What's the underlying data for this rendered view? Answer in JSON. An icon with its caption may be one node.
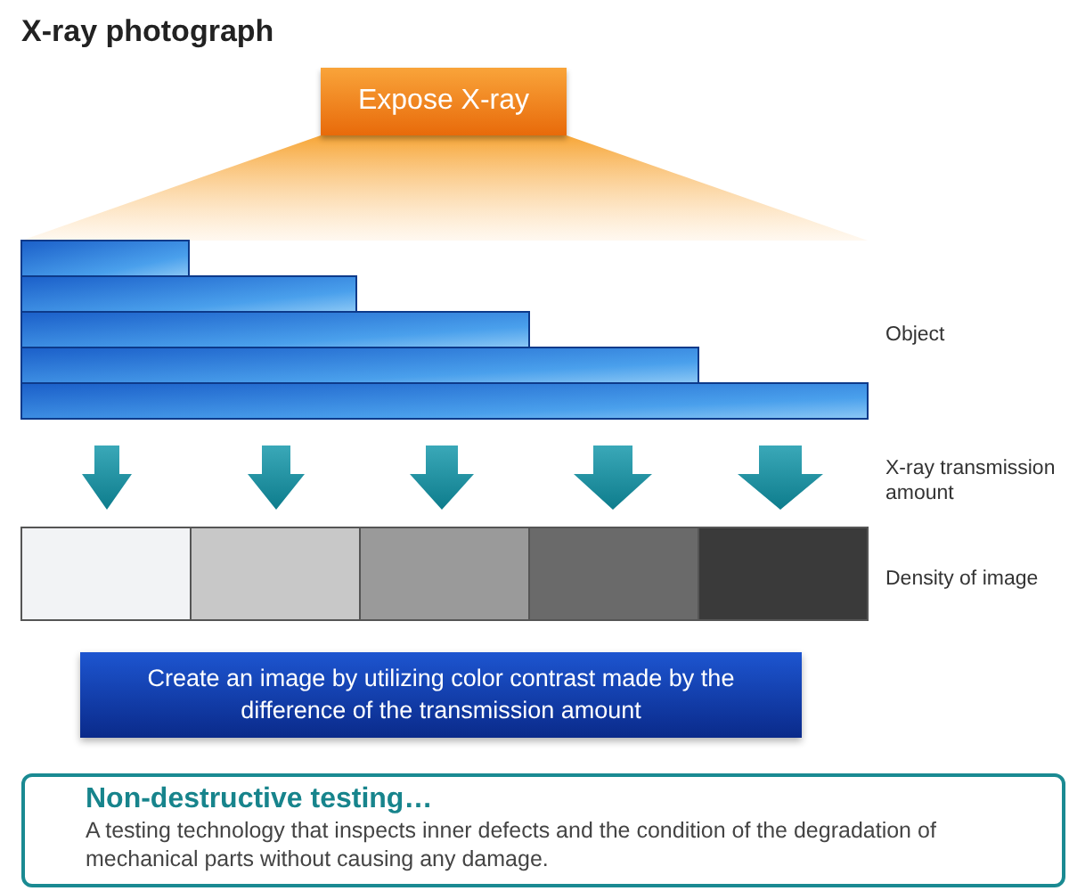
{
  "diagram": {
    "title": "X-ray photograph",
    "nodes": [
      {
        "text": [
          "Expose X-ray"
        ]
      },
      {
        "text": [
          "Create an image by utilizing color contrast made by the difference of the transmission amount"
        ]
      },
      {
        "text": [
          "Non-destructive testing…",
          "A testing technology that inspects inner defects and the condition of the degradation of mechanical parts without causing any damage."
        ]
      }
    ],
    "edges": [],
    "labels": [
      "Object",
      "X-ray transmission amount",
      "Density of image"
    ]
  }
}
